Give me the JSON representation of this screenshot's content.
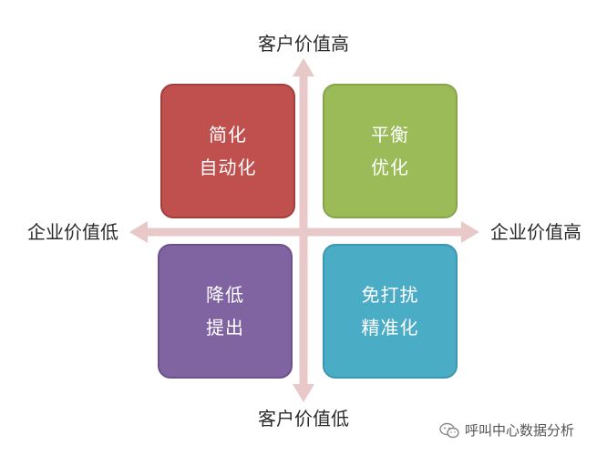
{
  "axes": {
    "top": "客户价值高",
    "bottom": "客户价值低",
    "left": "企业价值低",
    "right": "企业价值高"
  },
  "quadrants": {
    "top_left": {
      "line1": "简化",
      "line2": "自动化",
      "color": "#c0504d"
    },
    "top_right": {
      "line1": "平衡",
      "line2": "优化",
      "color": "#9bbb59"
    },
    "bottom_left": {
      "line1": "降低",
      "line2": "提出",
      "color": "#8064a2"
    },
    "bottom_right": {
      "line1": "免打扰",
      "line2": "精准化",
      "color": "#4bacc6"
    }
  },
  "arrow_color": "#e8c8c8",
  "watermark": {
    "text": "呼叫中心数据分析",
    "icon": "wechat-icon"
  }
}
